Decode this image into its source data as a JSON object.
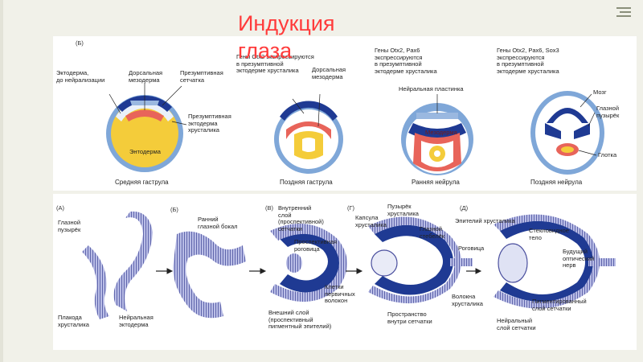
{
  "slide": {
    "title": "Индукция глаза"
  },
  "top_panel": {
    "stages": [
      {
        "letter": "(Б)",
        "caption": "Средняя гаструла",
        "labels": {
          "ectoderm": "Эктодерма,\nдо нейрализации",
          "dorsal_mesoderm": "Дорсальная\nмезодерма",
          "presumptive_retina": "Презумптивная\nсетчатка",
          "presumptive_lens_ectoderm": "Презумптивная\nэктодерма\nхрусталика",
          "endoderm": "Энтодерма"
        }
      },
      {
        "caption": "Поздняя гаструла",
        "labels": {
          "genes": "Гены Otx2 экспрессируются\nв презумптивной\nэктодерме хрусталика",
          "dorsal_mesoderm": "Дорсальная\nмезодерма"
        }
      },
      {
        "caption": "Ранняя нейрула",
        "labels": {
          "genes": "Гены Otx2, Pax6\nэкспрессируются\nв презумптивной\nэктодерме хрусталика",
          "neural_plate": "Нейральная пластинка",
          "mesoderm": "Мезодерма"
        }
      },
      {
        "caption": "Поздняя нейрула",
        "labels": {
          "genes": "Гены Otx2, Pax6, Sox3\nэкспрессируются\nв презумптивной\nэктодерме хрусталика",
          "brain": "Мозг",
          "optic_vesicle": "Глазной\nпузырёк",
          "pharynx": "Глотка"
        }
      }
    ]
  },
  "bottom_panel": {
    "stages": [
      {
        "letter": "(А)",
        "labels": {
          "optic_vesicle": "Глазной\nпузырёк",
          "lens_placode": "Плакода\nхрусталика",
          "neural_ectoderm": "Нейральная\nэктодерма"
        }
      },
      {
        "letter": "(Б)",
        "labels": {
          "early_optic_cup": "Ранний\nглазной бокал"
        }
      },
      {
        "letter": "(В)",
        "labels": {
          "inner_layer": "Внутренний\nслой\n(проспективной)\nсетчатки",
          "prospective_cornea": "Проспективная\nроговица",
          "outer_layer": "Внешний слой\n(проспективный\nпигментный эпителий)"
        }
      },
      {
        "letter": "(Г)",
        "labels": {
          "lens_capsule": "Капсула\nхрусталика",
          "lens_vesicle": "Пузырёк\nхрусталика",
          "optic_stalk": "Глазной\nстебелёк",
          "primary_fiber_cells": "Клетки\nпервичных\nволокон",
          "intraretinal_space": "Пространство\nвнутри сетчатки"
        }
      },
      {
        "letter": "(Д)",
        "labels": {
          "lens_epithelium": "Эпителий хрусталика",
          "cornea": "Роговица",
          "vitreous_body": "Стекловидное\nтело",
          "future_optic_nerve": "Будущий\nоптический\nнерв",
          "lens_fibers": "Волокна\nхрусталика",
          "pigmented_layer": "Пигментированный\nслой сетчатки",
          "neural_layer": "Нейральный\nслой сетчатки"
        }
      }
    ]
  },
  "colors": {
    "title": "#ff3b3b",
    "ectoderm_blue": "#7fa7d8",
    "deep_blue": "#1f3a93",
    "mesoderm_red": "#e8645a",
    "endoderm_yellow": "#f4cc3a",
    "striated_purple": "#6a6fb8"
  }
}
